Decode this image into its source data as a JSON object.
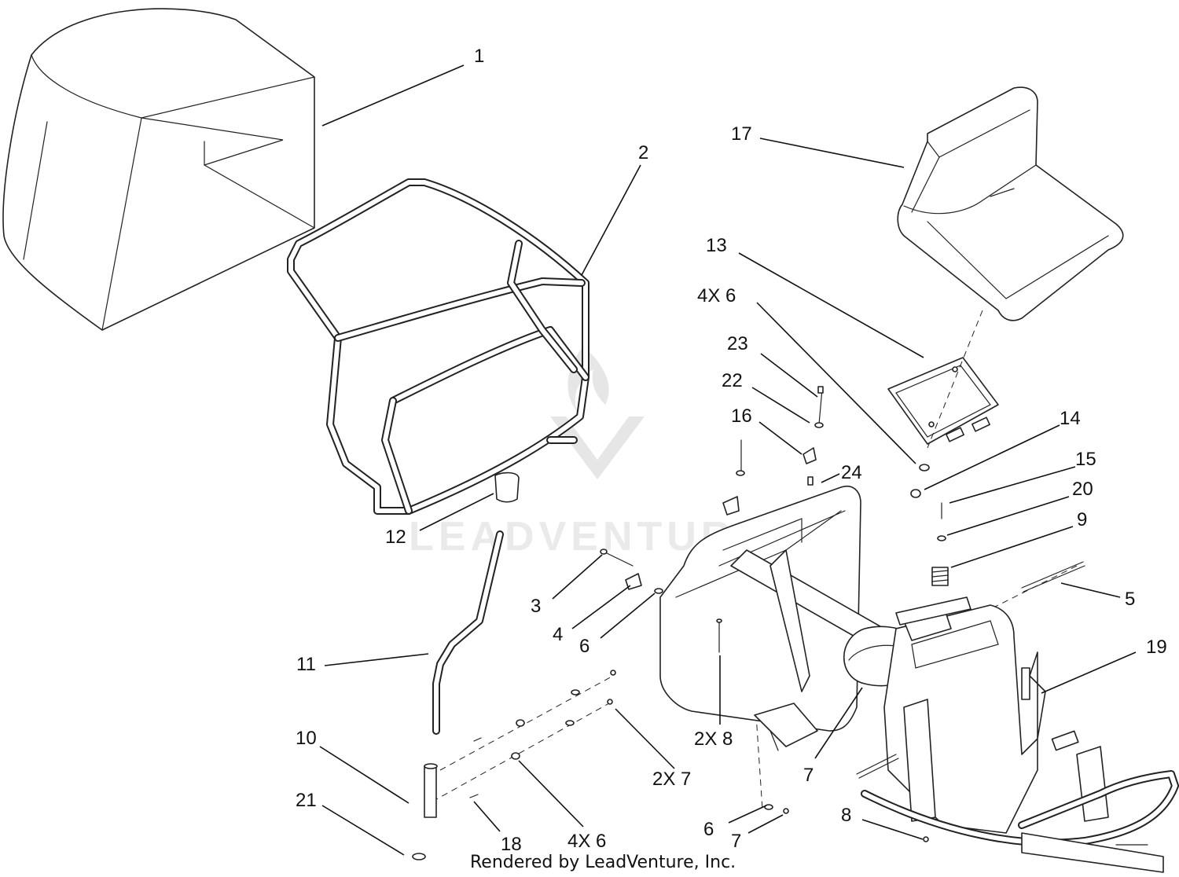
{
  "callouts": [
    {
      "id": "c1",
      "label": "1"
    },
    {
      "id": "c2",
      "label": "2"
    },
    {
      "id": "c17",
      "label": "17"
    },
    {
      "id": "c13",
      "label": "13"
    },
    {
      "id": "c4x6a",
      "label": "4X 6"
    },
    {
      "id": "c23",
      "label": "23"
    },
    {
      "id": "c22",
      "label": "22"
    },
    {
      "id": "c16",
      "label": "16"
    },
    {
      "id": "c24",
      "label": "24"
    },
    {
      "id": "c14",
      "label": "14"
    },
    {
      "id": "c15",
      "label": "15"
    },
    {
      "id": "c20",
      "label": "20"
    },
    {
      "id": "c9",
      "label": "9"
    },
    {
      "id": "c5",
      "label": "5"
    },
    {
      "id": "c19",
      "label": "19"
    },
    {
      "id": "c12",
      "label": "12"
    },
    {
      "id": "c3",
      "label": "3"
    },
    {
      "id": "c4",
      "label": "4"
    },
    {
      "id": "c6a",
      "label": "6"
    },
    {
      "id": "c11",
      "label": "11"
    },
    {
      "id": "c2x8",
      "label": "2X 8"
    },
    {
      "id": "c7a",
      "label": "7"
    },
    {
      "id": "c10",
      "label": "10"
    },
    {
      "id": "c2x7",
      "label": "2X 7"
    },
    {
      "id": "c21",
      "label": "21"
    },
    {
      "id": "c18",
      "label": "18"
    },
    {
      "id": "c4x6b",
      "label": "4X 6"
    },
    {
      "id": "c6b",
      "label": "6"
    },
    {
      "id": "c7b",
      "label": "7"
    },
    {
      "id": "c8",
      "label": "8"
    }
  ],
  "footer": {
    "text": "Rendered by LeadVenture, Inc."
  },
  "watermark": {
    "text": "LEADVENTURE"
  }
}
